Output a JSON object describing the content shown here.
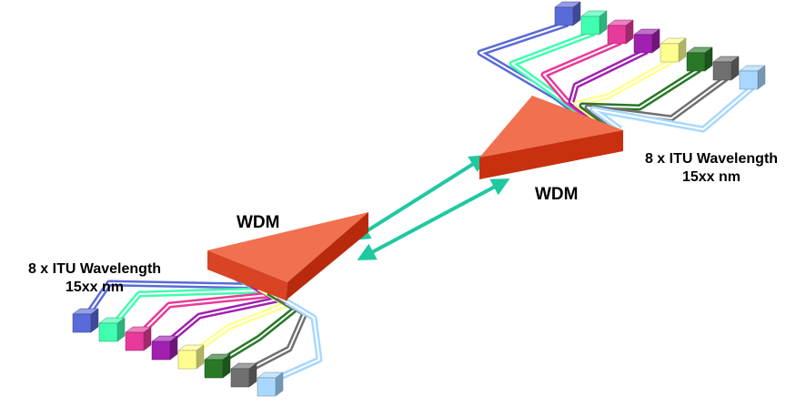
{
  "labels": {
    "wdm_left": "WDM",
    "wdm_right": "WDM",
    "band_left_line1": "8 x ITU Wavelength",
    "band_left_line2": "15xx nm",
    "band_right_line1": "8 x ITU Wavelength",
    "band_right_line2": "15xx nm"
  },
  "colors": {
    "wdm_top": "#f07050",
    "wdm_side": "#c83010",
    "link": "#20c8a0",
    "channels": [
      "#5a6ad8",
      "#40ffb0",
      "#e83a9c",
      "#a020b0",
      "#ffff90",
      "#287828",
      "#707070",
      "#a8d8ff"
    ]
  },
  "channel_count": 8
}
